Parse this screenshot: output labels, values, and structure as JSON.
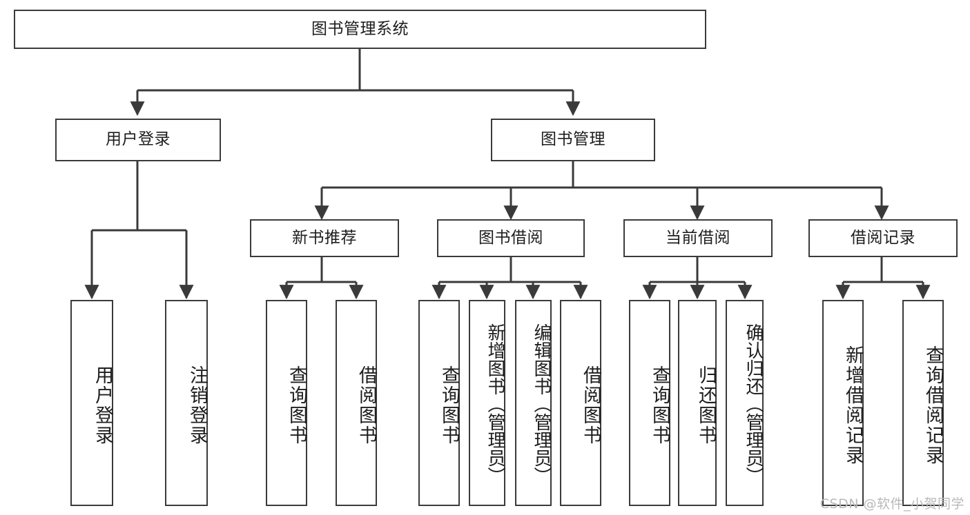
{
  "diagram": {
    "type": "tree-hierarchy",
    "title": "图书管理系统",
    "orientation": "top-down",
    "line_color": "#3a3a3a",
    "box_fill": "#ffffff",
    "text_color": "#1d1d1d",
    "background": "#ffffff"
  },
  "root": {
    "label": "图书管理系统"
  },
  "level2": [
    {
      "label": "用户登录"
    },
    {
      "label": "图书管理"
    }
  ],
  "level3": [
    {
      "label": "新书推荐"
    },
    {
      "label": "图书借阅"
    },
    {
      "label": "当前借阅"
    },
    {
      "label": "借阅记录"
    }
  ],
  "leaves": {
    "user_login": [
      {
        "label": "用户登录"
      },
      {
        "label": "注销登录"
      }
    ],
    "new_book_recommend": [
      {
        "label": "查询图书"
      },
      {
        "label": "借阅图书"
      }
    ],
    "book_borrow": [
      {
        "label": "查询图书"
      },
      {
        "label": "新增图书（管理员）"
      },
      {
        "label": "编辑图书（管理员）"
      },
      {
        "label": "借阅图书"
      }
    ],
    "current_borrow": [
      {
        "label": "查询图书"
      },
      {
        "label": "归还图书"
      },
      {
        "label": "确认归还（管理员）"
      }
    ],
    "borrow_record": [
      {
        "label": "新增借阅记录"
      },
      {
        "label": "查询借阅记录"
      }
    ]
  },
  "watermark": {
    "text": "CSDN @软件_小贺同学"
  }
}
